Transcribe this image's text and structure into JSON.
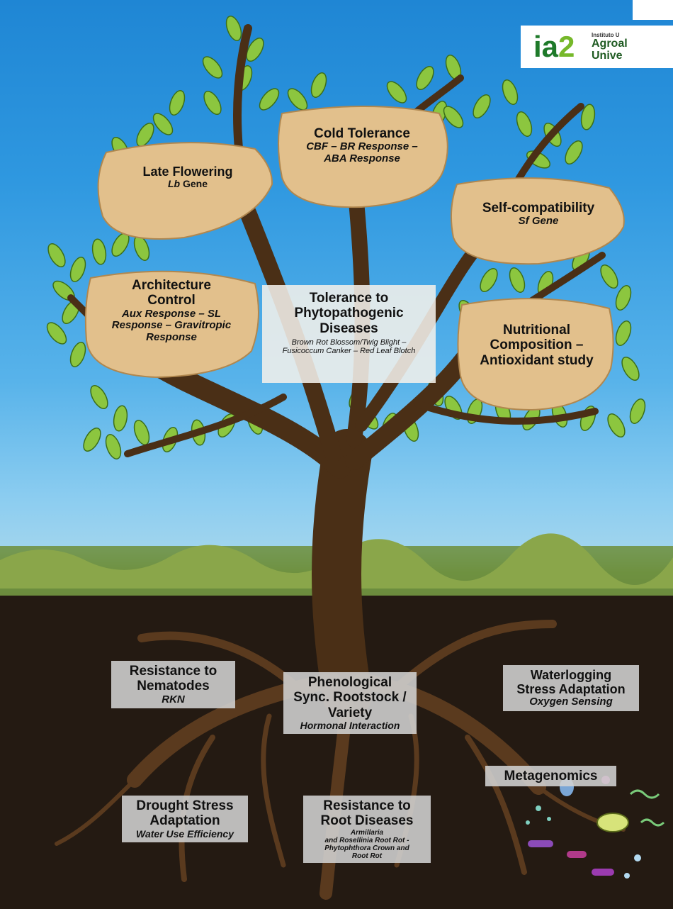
{
  "logo": {
    "mark_left": "ia",
    "mark_right": "2",
    "line1": "Instituto U",
    "line2": "Agroal",
    "line3": "Unive"
  },
  "branches": {
    "late_flowering": {
      "title": "Late Flowering",
      "gene_italic": "Lb",
      "gene_rest": " Gene"
    },
    "cold_tolerance": {
      "title": "Cold Tolerance",
      "sub1": "CBF – BR Response –",
      "sub2": "ABA Response"
    },
    "self_compatibility": {
      "title": "Self-compatibility",
      "sub": "Sf Gene"
    },
    "architecture": {
      "title1": "Architecture",
      "title2": "Control",
      "sub1": "Aux Response – SL",
      "sub2": "Response – Gravitropic",
      "sub3": "Response"
    },
    "phytopathogenic": {
      "title1": "Tolerance to",
      "title2": "Phytopathogenic",
      "title3": "Diseases",
      "sub1": "Brown Rot Blossom/Twig Blight –",
      "sub2": "Fusicoccum Canker – Red Leaf Blotch"
    },
    "nutritional": {
      "title1": "Nutritional",
      "title2": "Composition –",
      "title3": "Antioxidant study"
    }
  },
  "roots": {
    "nematodes": {
      "title1": "Resistance to",
      "title2": "Nematodes",
      "sub": "RKN"
    },
    "phenological": {
      "title1": "Phenological",
      "title2": "Sync. Rootstock /",
      "title3": "Variety",
      "sub": "Hormonal Interaction"
    },
    "waterlogging": {
      "title1": "Waterlogging",
      "title2": "Stress Adaptation",
      "sub": "Oxygen Sensing"
    },
    "metagenomics": {
      "title": "Metagenomics"
    },
    "drought": {
      "title1": "Drought Stress",
      "title2": "Adaptation",
      "sub": "Water Use Efficiency"
    },
    "root_diseases": {
      "title1": "Resistance to",
      "title2": "Root Diseases",
      "sub1": "Armillaria",
      "sub2": "and Rosellinia Root Rot -",
      "sub3": "Phytophthora Crown and",
      "sub4": "Root Rot"
    }
  },
  "colors": {
    "trunk": "#4a2f16",
    "leaf": "#8cc63f",
    "leaf_edge": "#3b6e1a",
    "almond": "#e2c08c",
    "box": "#d2d2d2"
  }
}
